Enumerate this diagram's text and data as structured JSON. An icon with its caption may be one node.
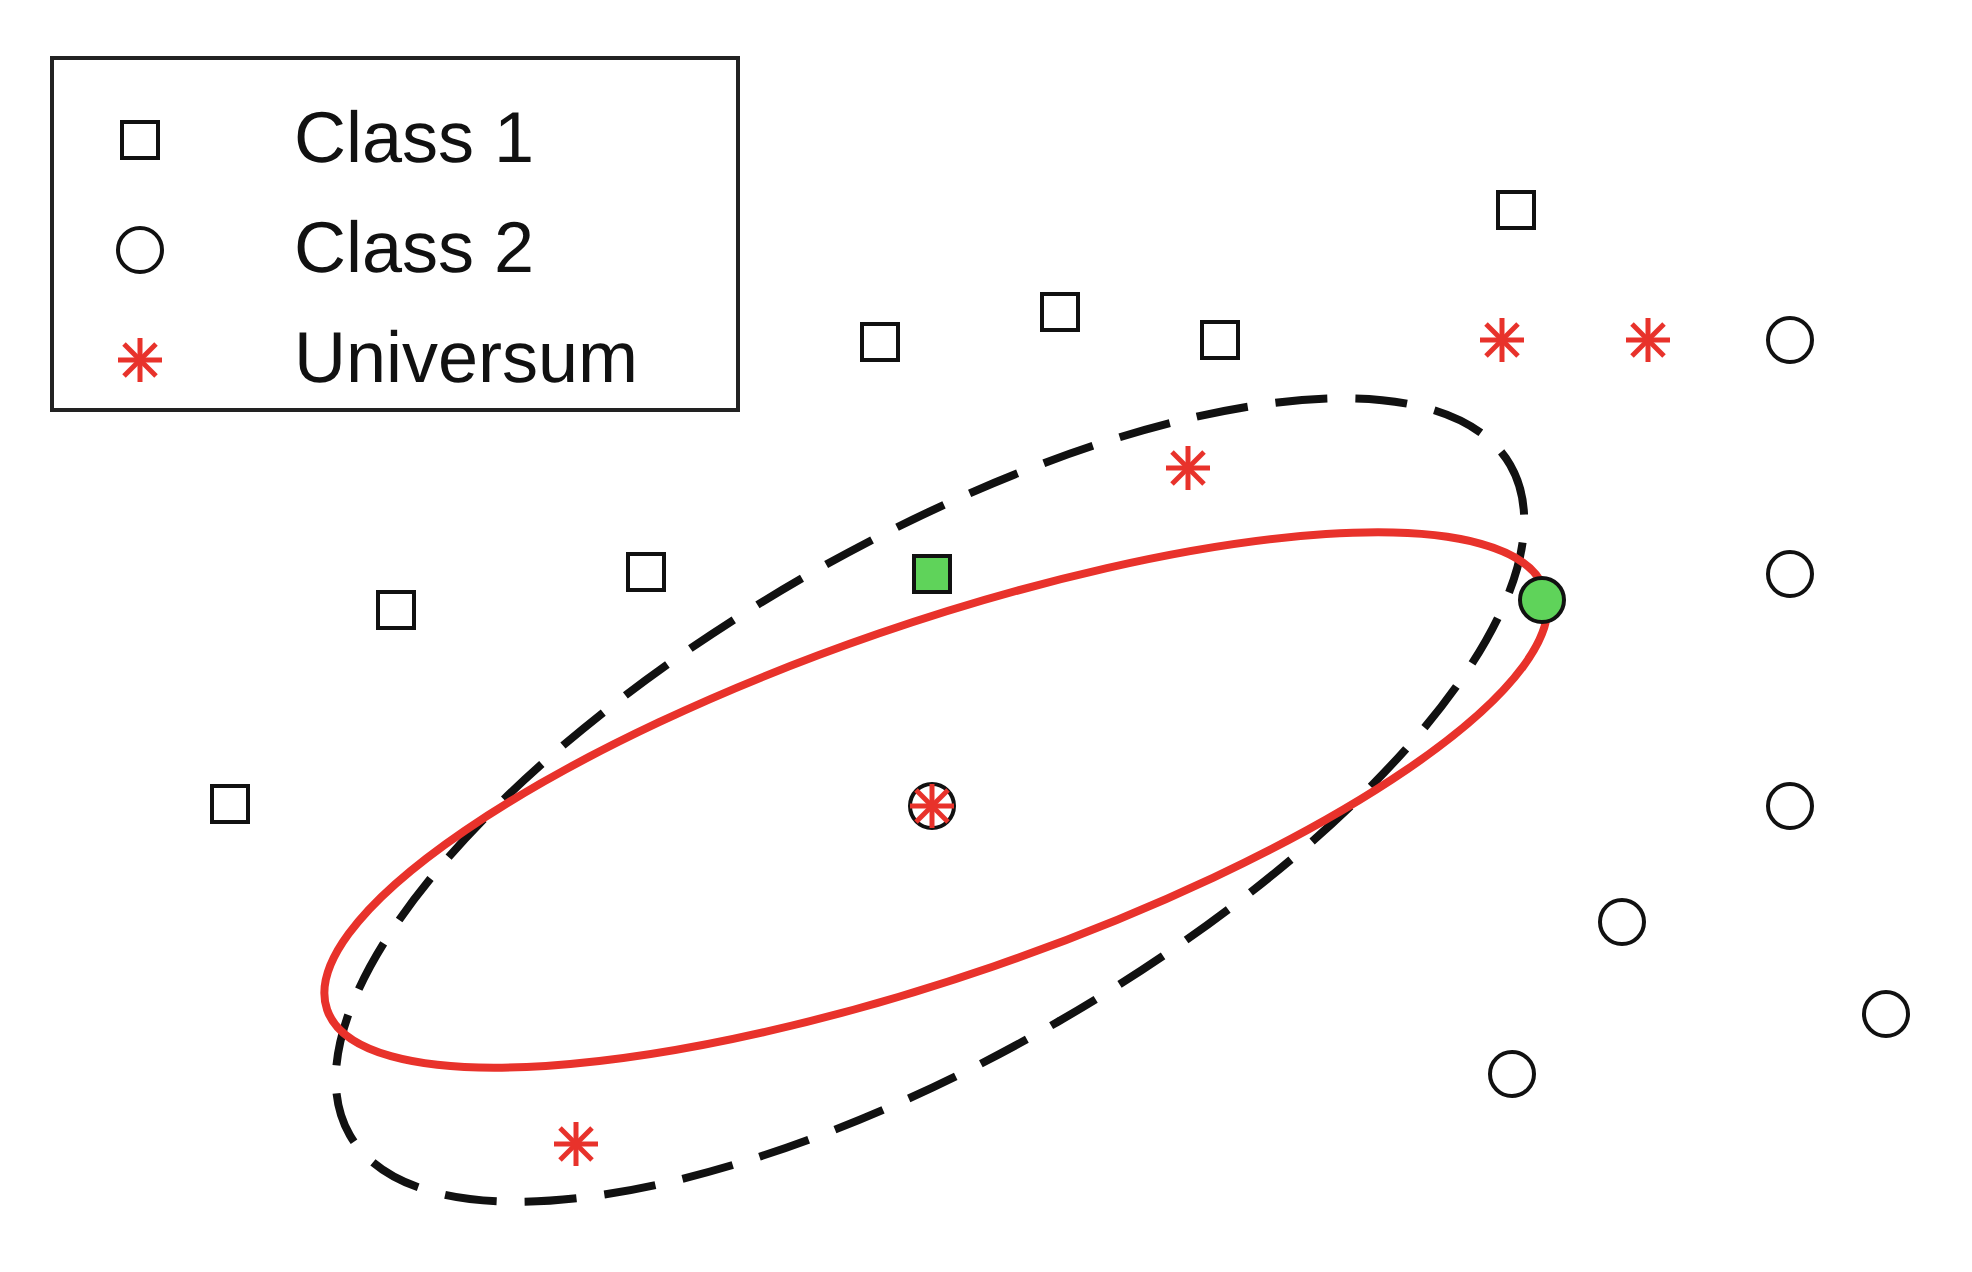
{
  "diagram": {
    "legend": [
      {
        "text": "Class 1"
      },
      {
        "text": "Class 2"
      },
      {
        "text": "Universum"
      }
    ]
  }
}
